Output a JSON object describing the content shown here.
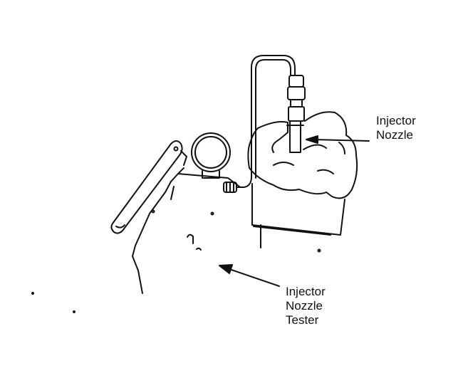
{
  "labels": {
    "injector_nozzle": {
      "line1": "Injector",
      "line2": "Nozzle"
    },
    "injector_nozzle_tester": {
      "line1": "Injector",
      "line2": "Nozzle",
      "line3": "Tester"
    }
  },
  "colors": {
    "ink": "#111111",
    "background": "#ffffff"
  }
}
